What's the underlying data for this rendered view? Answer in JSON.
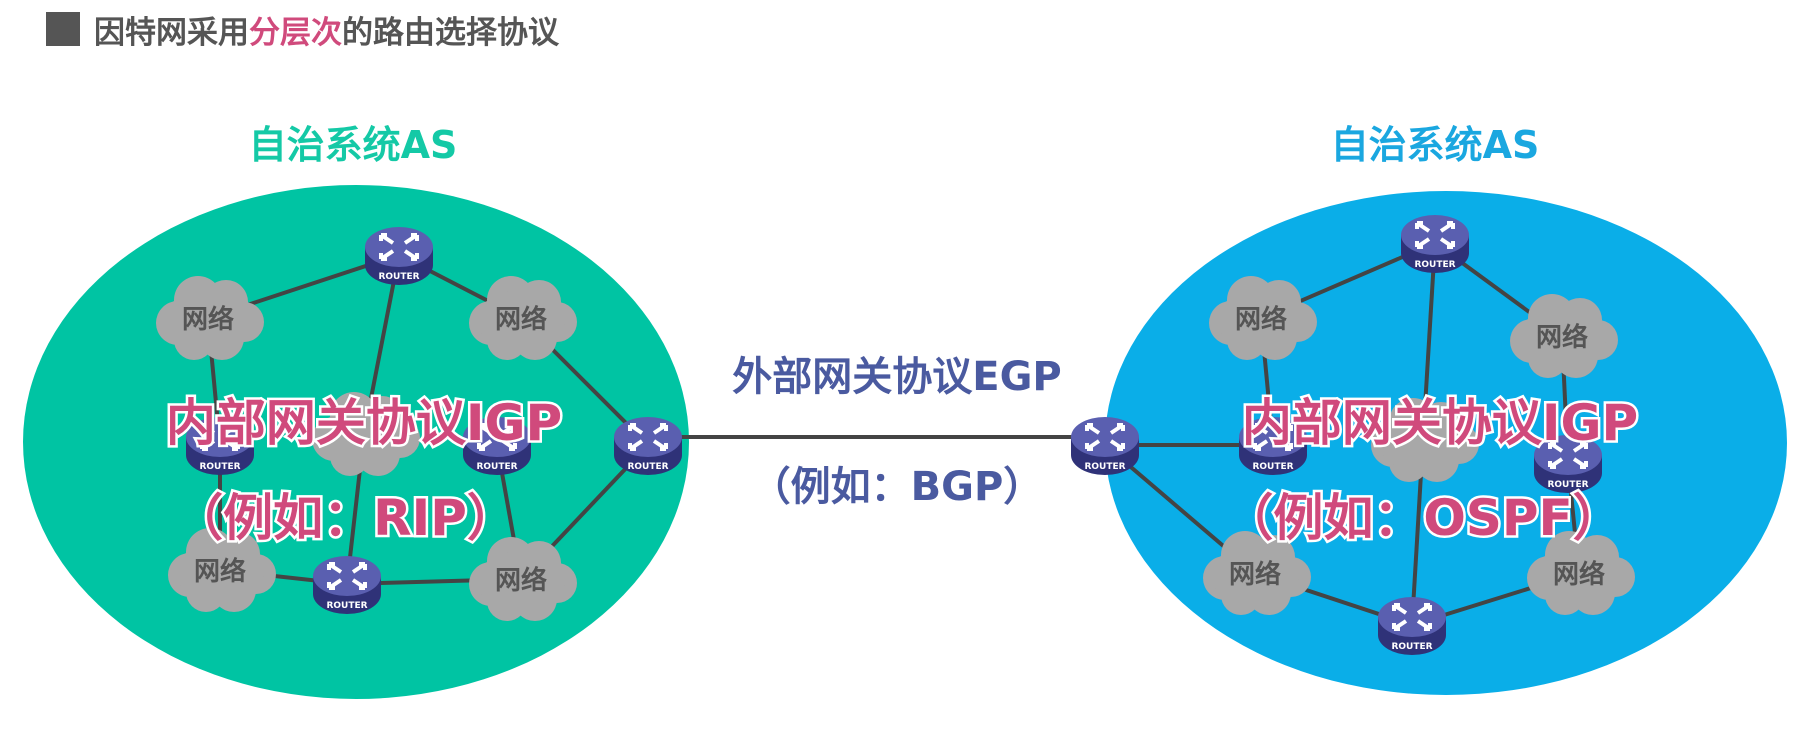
{
  "header": {
    "title_pre": "因特网采用",
    "title_highlight": "分层次",
    "title_post": "的路由选择协议"
  },
  "left_as": {
    "label": "自治系统AS",
    "igp_line1": "内部网关协议IGP",
    "igp_line2": "（例如：RIP）"
  },
  "right_as": {
    "label": "自治系统AS",
    "igp_line1": "内部网关协议IGP",
    "igp_line2": "（例如：OSPF）"
  },
  "egp": {
    "line1": "外部网关协议EGP",
    "line2": "（例如：BGP）"
  },
  "router_label": "ROUTER",
  "network_label": "网络",
  "colors": {
    "left_as": "#00c4a3",
    "right_as": "#00aeef",
    "router": "#4a4f9c",
    "highlight": "#d04a7c",
    "egp_text": "#4a5aa0"
  }
}
